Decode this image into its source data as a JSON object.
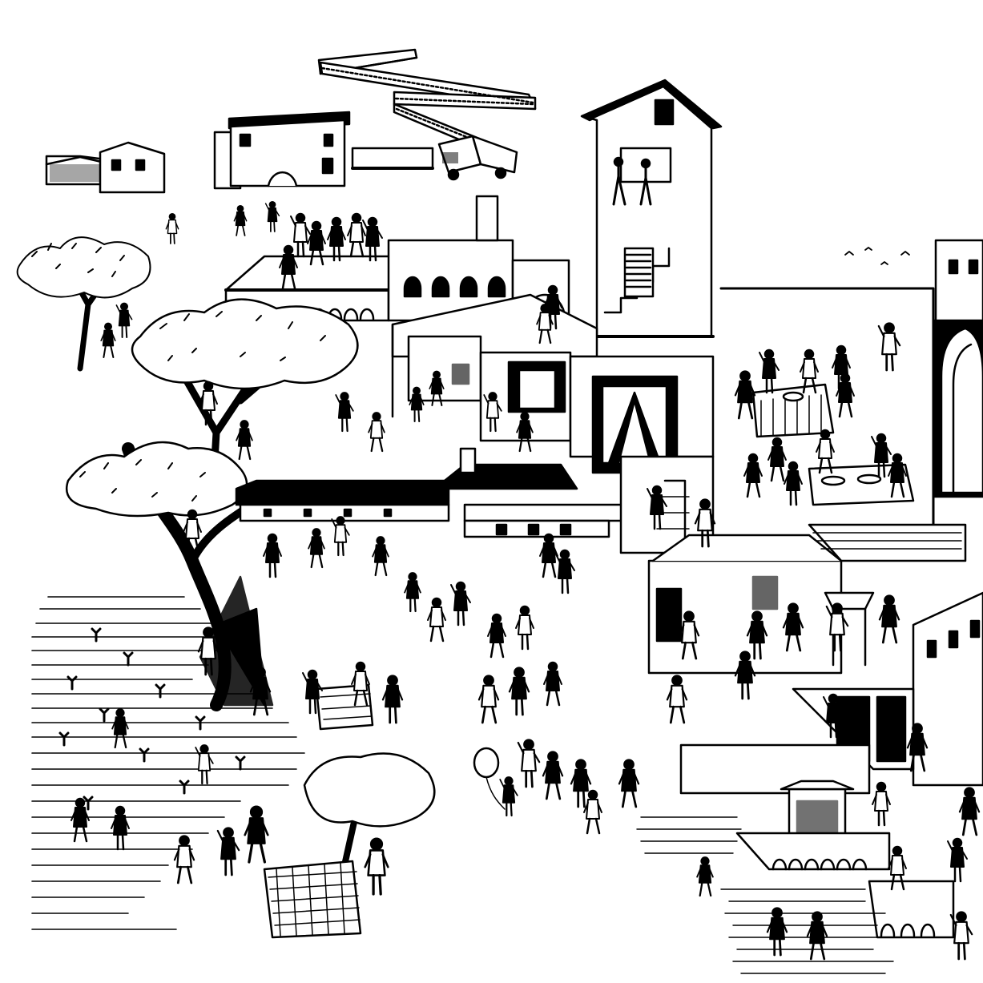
{
  "illustration": {
    "style": "black-ink-line-drawing",
    "ink_color": "#000000",
    "paper_color": "#ffffff",
    "regions": [
      "crane",
      "hilltop-village",
      "delivery-truck",
      "watchtower-building",
      "rooftop-terrace",
      "arched-arcade",
      "olive-trees",
      "vineyard-field",
      "harvest-crate",
      "plaza-crowd",
      "dining-tables",
      "moorish-arch-gate",
      "market-stalls",
      "stairway-terraces",
      "balloon"
    ]
  }
}
